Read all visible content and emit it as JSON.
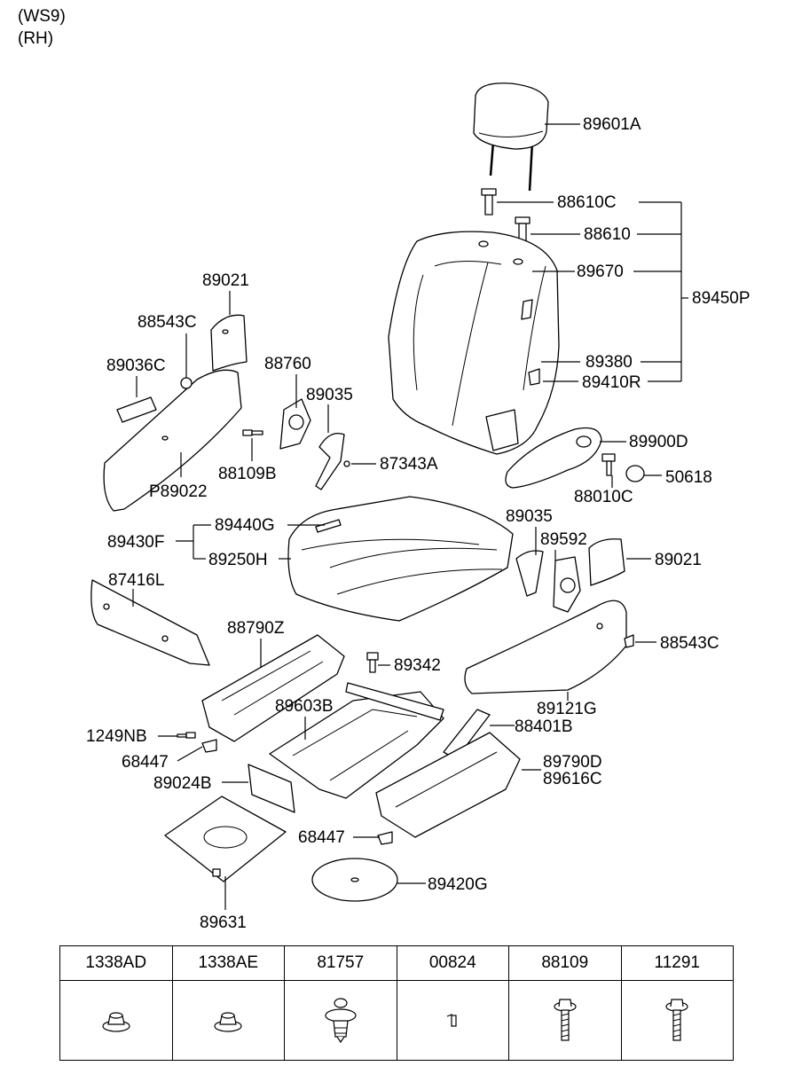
{
  "header": {
    "model": "(WS9)",
    "side": "(RH)"
  },
  "labels": {
    "p89601A": "89601A",
    "p88610C": "88610C",
    "p88610": "88610",
    "p89670": "89670",
    "p89450P": "89450P",
    "p89380": "89380",
    "p89410R": "89410R",
    "p89900D": "89900D",
    "p88010C": "88010C",
    "p50618": "50618",
    "p89021_top": "89021",
    "p88543C_top": "88543C",
    "p89036C": "89036C",
    "p88760": "88760",
    "p89035_top": "89035",
    "p88109B": "88109B",
    "p87343A": "87343A",
    "p89022": "P89022",
    "p89440G": "89440G",
    "p89430F": "89430F",
    "p89250H": "89250H",
    "p89035_right": "89035",
    "p89592": "89592",
    "p89021_right": "89021",
    "p87416L": "87416L",
    "p88543C_right": "88543C",
    "p88790Z": "88790Z",
    "p89342": "89342",
    "p89121G": "89121G",
    "p89603B": "89603B",
    "p88401B": "88401B",
    "p1249NB": "1249NB",
    "p68447_left": "68447",
    "p89790D": "89790D",
    "p89616C": "89616C",
    "p89024B": "89024B",
    "p68447_bottom": "68447",
    "p89420G": "89420G",
    "p89631": "89631"
  },
  "fastener_table": {
    "columns": [
      {
        "code": "1338AD",
        "icon": "flange-nut-icon"
      },
      {
        "code": "1338AE",
        "icon": "flange-nut-icon"
      },
      {
        "code": "81757",
        "icon": "push-clip-icon"
      },
      {
        "code": "00824",
        "icon": "small-clip-icon"
      },
      {
        "code": "88109",
        "icon": "bolt-icon"
      },
      {
        "code": "11291",
        "icon": "bolt-icon"
      }
    ]
  }
}
